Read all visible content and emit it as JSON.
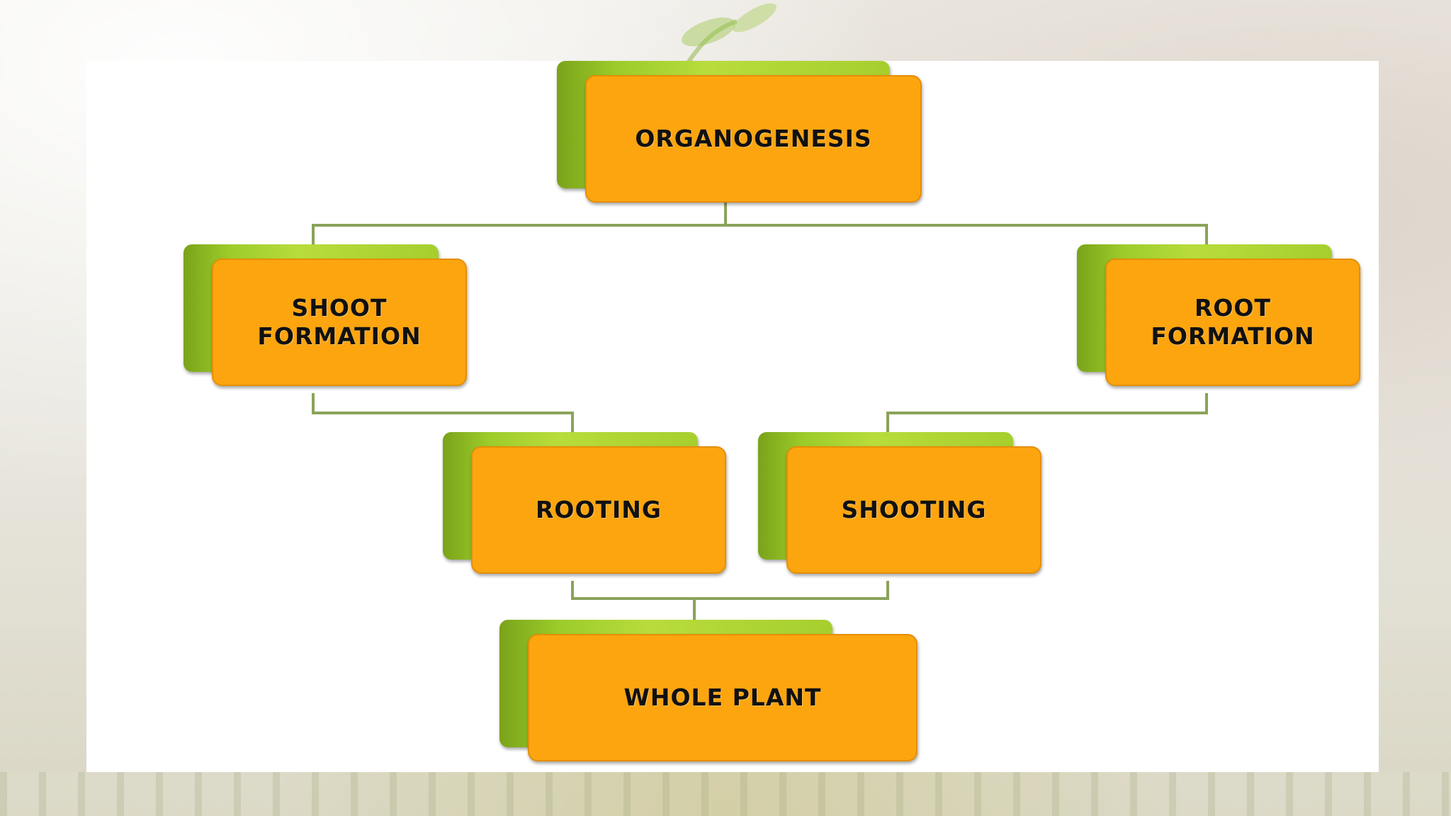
{
  "diagram": {
    "nodes": {
      "organogenesis": "ORGANOGENESIS",
      "shoot_formation": "SHOOT\nFORMATION",
      "root_formation": "ROOT\nFORMATION",
      "rooting": "ROOTING",
      "shooting": "SHOOTING",
      "whole_plant": "WHOLE PLANT"
    },
    "edges": [
      [
        "organogenesis",
        "shoot_formation"
      ],
      [
        "organogenesis",
        "root_formation"
      ],
      [
        "shoot_formation",
        "rooting"
      ],
      [
        "root_formation",
        "shooting"
      ],
      [
        "rooting",
        "whole_plant"
      ],
      [
        "shooting",
        "whole_plant"
      ]
    ],
    "colors": {
      "box_fill": "#fca50f",
      "box_back": "#9ccc2a",
      "connector": "#8aa35a",
      "slide": "#ffffff"
    }
  }
}
